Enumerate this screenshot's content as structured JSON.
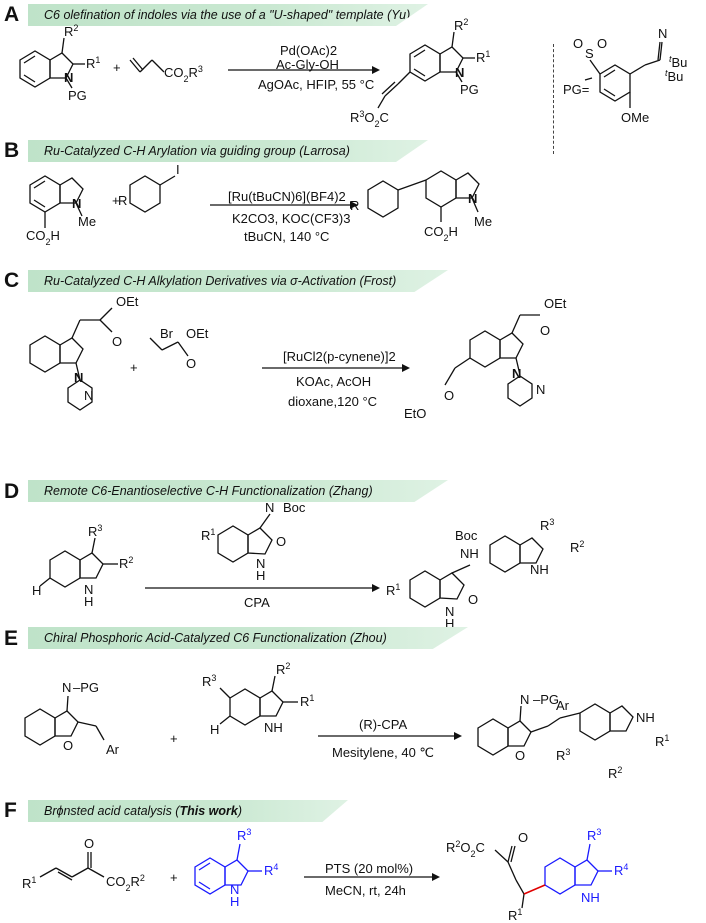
{
  "sections": {
    "A": {
      "letter": "A",
      "title": "C6 olefination of indoles via the use of a \"U-shaped\" template (Yu)",
      "reagents_above": [
        "Pd(OAc)2",
        "Ac-Gly-OH"
      ],
      "reagents_below": "AgOAc, HFIP, 55 °C",
      "pg_label": "PG=",
      "substituents": {
        "r2": "R2",
        "r1": "R1",
        "pg": "PG",
        "ester": "CO2R3",
        "product_ester": "R3O2C",
        "ome": "OMe",
        "tbu": "tBu",
        "cn": "N",
        "so2": "S"
      }
    },
    "B": {
      "letter": "B",
      "title": "Ru-Catalyzed C-H Arylation via guiding group (Larrosa)",
      "reagents_above": "[Ru(tBuCN)6](BF4)2",
      "reagents_below": [
        "K2CO3, KOC(CF3)3",
        "tBuCN, 140 °C"
      ],
      "labels": {
        "co2h": "CO2H",
        "me": "Me",
        "r": "R",
        "i": "I"
      }
    },
    "C": {
      "letter": "C",
      "title": "Ru-Catalyzed C-H Alkylation  Derivatives via σ-Activation (Frost)",
      "reagents_above": "[RuCl2(p-cynene)]2",
      "reagents_below": [
        "KOAc, AcOH",
        "dioxane,120 °C"
      ],
      "labels": {
        "oet": "OEt",
        "br": "Br",
        "eto": "EtO",
        "o": "O",
        "n": "N"
      }
    },
    "D": {
      "letter": "D",
      "title": "Remote C6-Enantioselective C-H Functionalization (Zhang)",
      "reagents_below": "CPA",
      "labels": {
        "boc": "Boc",
        "nboc": "N",
        "r1": "R1",
        "r2": "R2",
        "r3": "R3",
        "h": "H",
        "nh": "NH",
        "o": "O"
      }
    },
    "E": {
      "letter": "E",
      "title": "Chiral Phosphoric Acid-Catalyzed C6 Functionalization (Zhou)",
      "reagents_above": "(R)-CPA",
      "reagents_below": "Mesitylene, 40 ℃",
      "labels": {
        "npg": "N–PG",
        "ar": "Ar",
        "r1": "R1",
        "r2": "R2",
        "r3": "R3",
        "nh": "NH",
        "o": "O",
        "h": "H"
      }
    },
    "F": {
      "letter": "F",
      "title_pre": "Brϕnsted acid catalysis (",
      "title_bold": "This work",
      "title_post": ")",
      "reagents_above": "PTS (20 mol%)",
      "reagents_below": "MeCN, rt, 24h",
      "labels": {
        "r1": "R1",
        "r2": "R2",
        "r3": "R3",
        "r4": "R4",
        "co2r2": "CO2R2",
        "r2o2c": "R2O2C",
        "o": "O",
        "nh": "NH"
      }
    }
  },
  "colors": {
    "banner": "#bfe3c9",
    "accent_blue": "#1a1aff",
    "new_bond_red": "#e00000"
  }
}
